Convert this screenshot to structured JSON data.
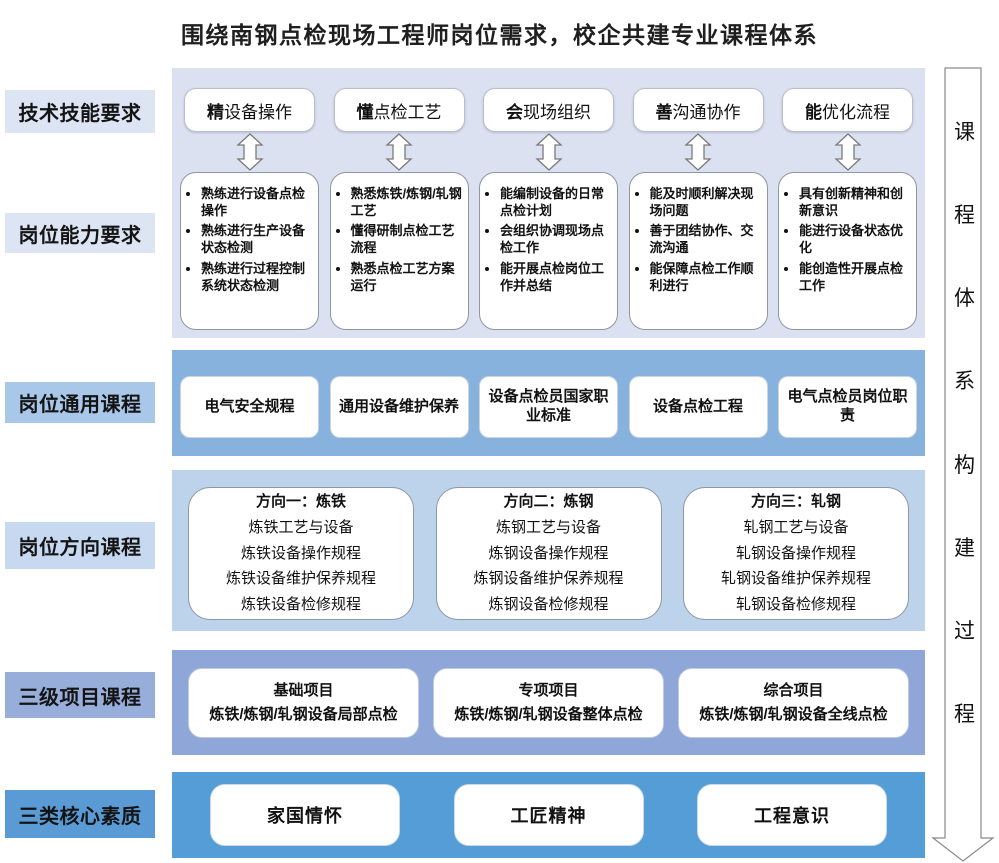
{
  "title": "围绕南钢点检现场工程师岗位需求，校企共建专业课程体系",
  "left_labels": [
    {
      "label": "技术技能要求"
    },
    {
      "label": "岗位能力要求"
    },
    {
      "label": "岗位通用课程"
    },
    {
      "label": "岗位方向课程"
    },
    {
      "label": "三级项目课程"
    },
    {
      "label": "三类核心素质"
    }
  ],
  "skills_row": {
    "boxes": [
      {
        "prefix": "精",
        "rest": "设备操作"
      },
      {
        "prefix": "懂",
        "rest": "点检工艺"
      },
      {
        "prefix": "会",
        "rest": "现场组织"
      },
      {
        "prefix": "善",
        "rest": "沟通协作"
      },
      {
        "prefix": "能",
        "rest": "优化流程"
      }
    ]
  },
  "abilities_row": {
    "boxes": [
      {
        "items": [
          "熟练进行设备点检操作",
          "熟练进行生产设备状态检测",
          "熟练进行过程控制系统状态检测"
        ]
      },
      {
        "items": [
          "熟悉炼铁/炼钢/轧钢工艺",
          "懂得研制点检工艺流程",
          "熟悉点检工艺方案运行"
        ]
      },
      {
        "items": [
          "能编制设备的日常点检计划",
          "会组织协调现场点检工作",
          "能开展点检岗位工作并总结"
        ]
      },
      {
        "items": [
          "能及时顺利解决现场问题",
          "善于团结协作、交流沟通",
          "能保障点检工作顺利进行"
        ]
      },
      {
        "items": [
          "具有创新精神和创新意识",
          "能进行设备状态优化",
          "能创造性开展点检工作"
        ]
      }
    ]
  },
  "general_courses_row": {
    "boxes": [
      {
        "label": "电气安全规程"
      },
      {
        "label": "通用设备维护保养"
      },
      {
        "label": "设备点检员国家职业标准"
      },
      {
        "label": "设备点检工程"
      },
      {
        "label": "电气点检员岗位职责"
      }
    ]
  },
  "direction_courses_row": {
    "boxes": [
      {
        "lines": [
          "方向一：炼铁",
          "炼铁工艺与设备",
          "炼铁设备操作规程",
          "炼铁设备维护保养规程",
          "炼铁设备检修规程"
        ]
      },
      {
        "lines": [
          "方向二：炼钢",
          "炼钢工艺与设备",
          "炼钢设备操作规程",
          "炼钢设备维护保养规程",
          "炼钢设备检修规程"
        ]
      },
      {
        "lines": [
          "方向三：轧钢",
          "轧钢工艺与设备",
          "轧钢设备操作规程",
          "轧钢设备维护保养规程",
          "轧钢设备检修规程"
        ]
      }
    ]
  },
  "project_courses_row": {
    "boxes": [
      {
        "title": "基础项目",
        "subtitle": "炼铁/炼钢/轧钢设备局部点检"
      },
      {
        "title": "专项项目",
        "subtitle": "炼铁/炼钢/轧钢设备整体点检"
      },
      {
        "title": "综合项目",
        "subtitle": "炼铁/炼钢/轧钢设备全线点检"
      }
    ]
  },
  "core_qualities_row": {
    "boxes": [
      {
        "label": "家国情怀"
      },
      {
        "label": "工匠精神"
      },
      {
        "label": "工程意识"
      }
    ]
  },
  "right_banner": {
    "text": "课程体系构建过程",
    "chars": [
      "课",
      "程",
      "体",
      "系",
      "构",
      "建",
      "过",
      "程"
    ]
  },
  "colors": {
    "band_requirements": "#dce1f1",
    "band_general_courses": "#88b2de",
    "band_direction_courses": "#bdd3ec",
    "band_project_courses": "#8fa7d8",
    "band_core_qualities": "#559dd6",
    "label_requirements": "#dde4f3",
    "label_general_courses": "#a9c7e8",
    "label_direction_courses": "#c6d9f1",
    "label_project_courses": "#97aedb",
    "label_core_qualities": "#5b9bd5",
    "box_fill": "#ffffff",
    "text": "#111111"
  }
}
